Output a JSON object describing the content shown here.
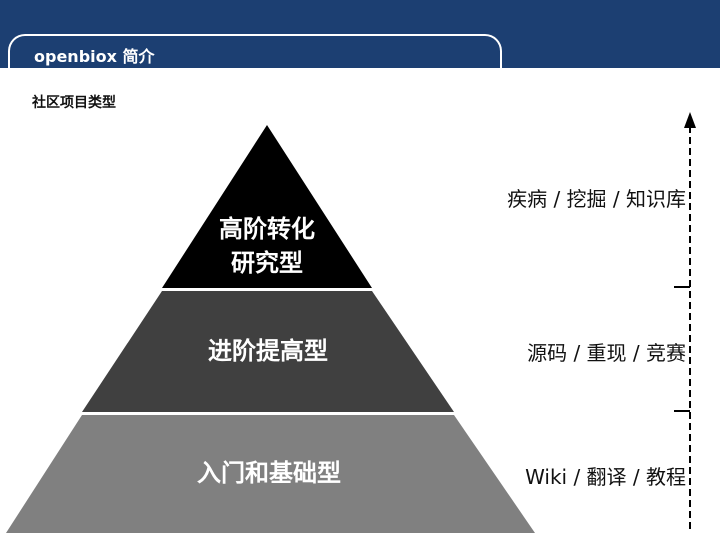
{
  "header": {
    "title": "openbiox 简介"
  },
  "section": {
    "subtitle": "社区项目类型"
  },
  "pyramid": {
    "tiers": [
      {
        "label_line1": "高阶转化",
        "label_line2": "研究型",
        "color": "#000000",
        "side_label": "疾病 / 挖掘 / 知识库"
      },
      {
        "label_line1": "进阶提高型",
        "label_line2": "",
        "color": "#404040",
        "side_label": "源码 / 重现 / 竞赛"
      },
      {
        "label_line1": "入门和基础型",
        "label_line2": "",
        "color": "#808080",
        "side_label": "Wiki / 翻译 / 教程"
      }
    ]
  },
  "colors": {
    "header_bg": "#1c3f72",
    "text": "#111111"
  }
}
